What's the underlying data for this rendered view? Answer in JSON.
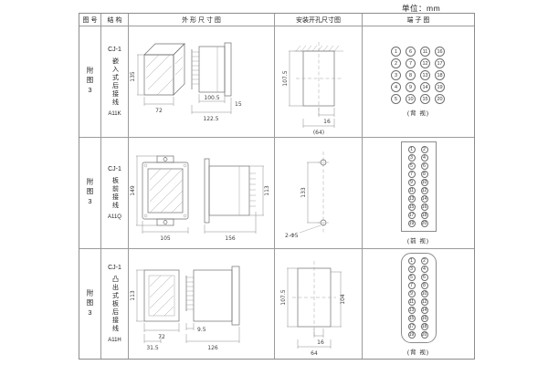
{
  "page": {
    "unit_label": "单位：mm"
  },
  "headers": {
    "fig": "图 号",
    "structure": "结 构",
    "outline": "外 形 尺 寸 图",
    "install": "安装开孔尺寸图",
    "terminal": "端 子 图"
  },
  "rows": [
    {
      "fig": "附图3",
      "model": "CJ-1",
      "structure": "嵌入式后接线",
      "code": "A11K",
      "dims": {
        "h": "135",
        "w": "72",
        "d1": "100.5",
        "d2": "122.5",
        "d3": "15"
      },
      "install": {
        "h": "107.5",
        "d1": "16",
        "d2": "(64)"
      },
      "terminal": {
        "view": "(背 视)",
        "numbers": [
          "1",
          "6",
          "11",
          "16",
          "2",
          "7",
          "12",
          "17",
          "3",
          "8",
          "13",
          "18",
          "4",
          "9",
          "14",
          "19",
          "5",
          "10",
          "15",
          "20"
        ]
      }
    },
    {
      "fig": "附图3",
      "model": "CJ-1",
      "structure": "板前接线",
      "code": "A11Q",
      "dims": {
        "h": "149",
        "w": "105",
        "d1": "156",
        "d2": "113"
      },
      "install": {
        "h": "133",
        "label": "2-Φ5"
      },
      "terminal": {
        "view": "(前 视)",
        "numbers": [
          "1",
          "2",
          "3",
          "4",
          "5",
          "6",
          "7",
          "8",
          "9",
          "10",
          "11",
          "12",
          "13",
          "14",
          "15",
          "16",
          "17",
          "18",
          "19",
          "20"
        ]
      }
    },
    {
      "fig": "附图3",
      "model": "CJ-1",
      "structure": "凸出式板后接线",
      "code": "A11H",
      "dims": {
        "h": "113",
        "w": "72",
        "d1": "31.5",
        "d2": "9.5",
        "d3": "126"
      },
      "install": {
        "h": "107.5",
        "h2": "104",
        "d1": "16",
        "d2": "64"
      },
      "terminal": {
        "view": "(背 视)",
        "numbers": [
          "1",
          "2",
          "3",
          "4",
          "5",
          "6",
          "7",
          "8",
          "9",
          "10",
          "11",
          "12",
          "13",
          "14",
          "15",
          "16",
          "17",
          "18",
          "19",
          "20"
        ]
      }
    }
  ]
}
